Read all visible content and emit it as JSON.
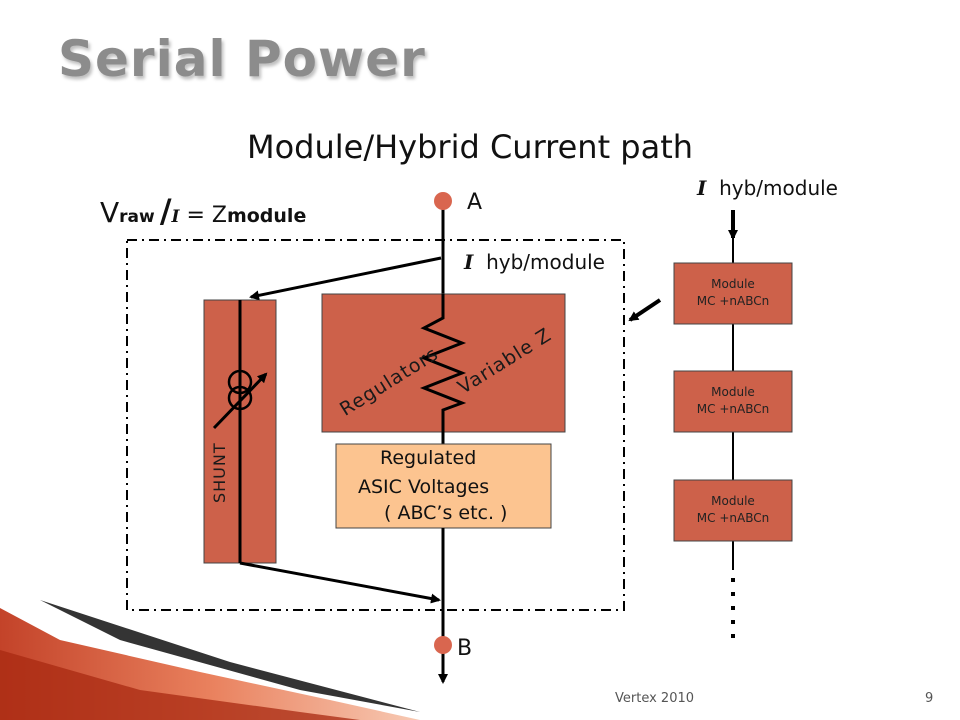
{
  "title": "Serial Power",
  "subtitle": "Module/Hybrid Current path",
  "equation": {
    "v": "V",
    "raw": "raw",
    "slash": "/",
    "i": "I",
    "eq": " = Z",
    "module": "module"
  },
  "node_a": "A",
  "node_b": "B",
  "current_label_right": {
    "symbol": "I",
    "text": "hyb/module"
  },
  "current_label_center": {
    "symbol": "I",
    "text": "hyb/module"
  },
  "regulators_label": "Regulators",
  "variable_z_label": "Variable Z",
  "shunt_label": "SHUNT",
  "regulated_box": {
    "line1": "Regulated",
    "line2": "ASIC Voltages",
    "line3": "( ABC’s etc. )"
  },
  "modules": [
    {
      "line1": "Module",
      "line2": "MC +nABCn"
    },
    {
      "line1": "Module",
      "line2": "MC +nABCn"
    },
    {
      "line1": "Module",
      "line2": "MC +nABCn"
    }
  ],
  "footer": {
    "text": "Vertex 2010",
    "page": "9"
  },
  "colors": {
    "block": "#cd614a",
    "regulated": "#fcc490",
    "title": "#8c8c8c",
    "node": "#d9664f"
  }
}
